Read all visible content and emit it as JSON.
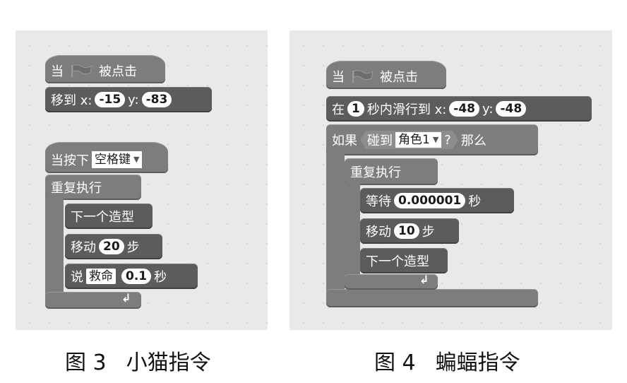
{
  "fig3": {
    "caption_label": "图 3",
    "caption_title": "小猫指令",
    "when_flag": {
      "when": "当",
      "clicked": "被点击"
    },
    "goto": {
      "label": "移到 x:",
      "x": "-15",
      "ylabel": "y:",
      "y": "-83"
    },
    "when_key": {
      "label": "当按下",
      "key": "空格键"
    },
    "forever": "重复执行",
    "next_costume": "下一个造型",
    "move": {
      "label": "移动",
      "value": "20",
      "unit": "步"
    },
    "say": {
      "label": "说",
      "text": "救命",
      "secs": "0.1",
      "unit": "秒"
    }
  },
  "fig4": {
    "caption_label": "图 4",
    "caption_title": "蝙蝠指令",
    "when_flag": {
      "when": "当",
      "clicked": "被点击"
    },
    "glide": {
      "label_in": "在",
      "secs": "1",
      "label_mid": "秒内滑行到 x:",
      "x": "-48",
      "ylabel": "y:",
      "y": "-48"
    },
    "if": {
      "label": "如果",
      "touching": "碰到",
      "sprite": "角色1",
      "q": "?",
      "then": "那么"
    },
    "forever": "重复执行",
    "wait": {
      "label": "等待",
      "value": "0.000001",
      "unit": "秒"
    },
    "move": {
      "label": "移动",
      "value": "10",
      "unit": "步"
    },
    "next_costume": "下一个造型"
  },
  "icons": [
    "green-flag-icon",
    "loop-arrow-icon",
    "dropdown-arrow-icon"
  ],
  "colors": {
    "panel": "#e9e9e9",
    "block": "#7d7d7d",
    "block_dark": "#5c5c5c",
    "input": "#ffffff"
  }
}
